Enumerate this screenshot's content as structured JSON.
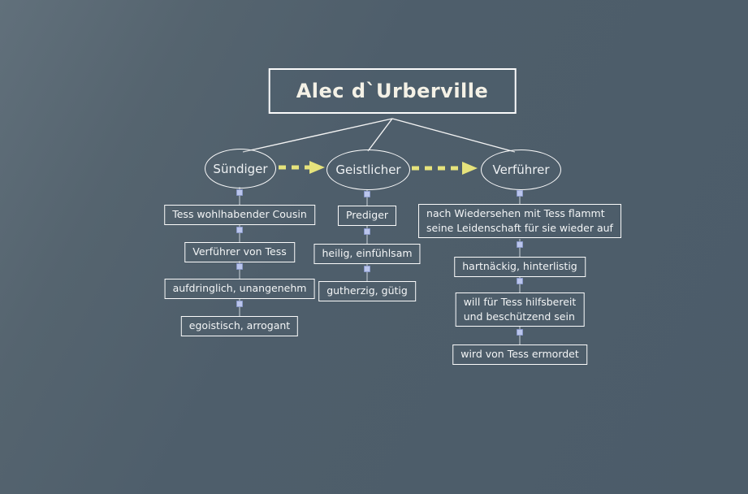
{
  "map": {
    "root": "Alec d`Urberville",
    "branches": [
      {
        "label": "Sündiger",
        "children": [
          "Tess wohlhabender Cousin",
          "Verführer von Tess",
          "aufdringlich, unangenehm",
          "egoistisch, arrogant"
        ]
      },
      {
        "label": "Geistlicher",
        "children": [
          "Prediger",
          "heilig, einfühlsam",
          "gutherzig, gütig"
        ]
      },
      {
        "label": "Verführer",
        "children": [
          "nach Wiedersehen mit Tess flammt\nseine Leidenschaft für sie wieder auf",
          "hartnäckig, hinterlistig",
          "will für Tess hilfsbereit\nund beschützend sein",
          "wird von Tess ermordet"
        ]
      }
    ],
    "arrows": [
      {
        "from": "Sündiger",
        "to": "Geistlicher"
      },
      {
        "from": "Geistlicher",
        "to": "Verführer"
      }
    ],
    "colors": {
      "background": "#4e5f6c",
      "node_border": "#fbfbfb",
      "text": "#f2f4f5",
      "arrow": "#e6e37c",
      "connector_handle": "#bac5ec"
    }
  }
}
